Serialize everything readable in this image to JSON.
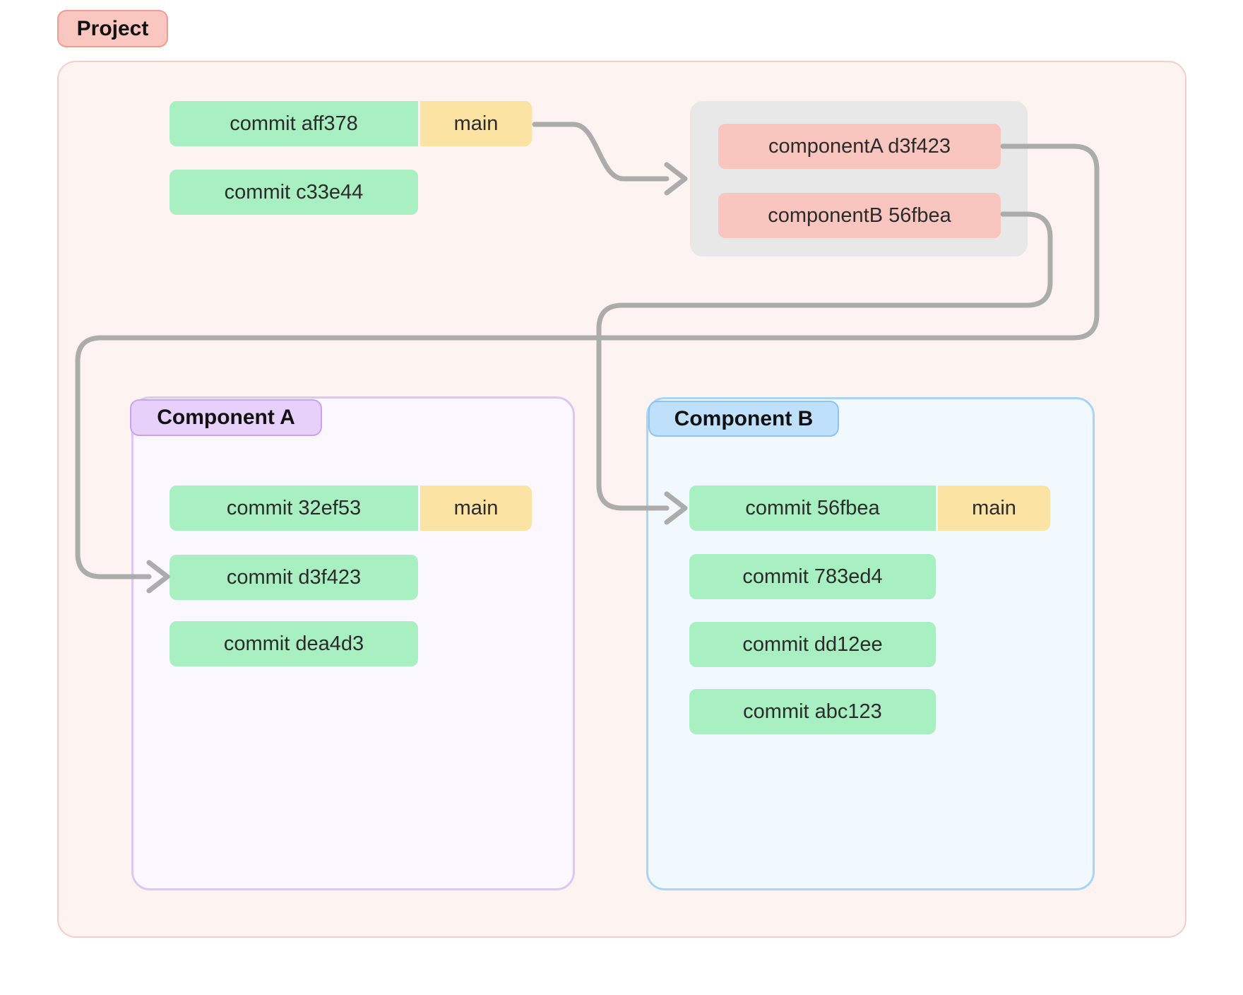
{
  "colors": {
    "pink-bg": "#fdf3f1",
    "pink-border": "#f5cec7",
    "pink-badge": "#f9c6c0",
    "pink-badge-border": "#ee9d93",
    "green": "#a8efc1",
    "yellow": "#fbe3a3",
    "ref-pink": "#f9c5bf",
    "gray-panel": "#e8e8e8",
    "purple-bg": "#faf7fe",
    "purple-border": "#dcc6f8",
    "purple-badge": "#e7d0f9",
    "purple-badge-border": "#c9a3ef",
    "blue-bg": "#f1f8fe",
    "blue-border": "#a6d5f6",
    "blue-badge": "#bfe0fb",
    "blue-badge-border": "#90c4f0",
    "arrow": "#acacac"
  },
  "project": {
    "label": "Project",
    "commits": [
      {
        "id": "commit aff378",
        "branch": "main"
      },
      {
        "id": "commit c33e44"
      }
    ],
    "registry": {
      "refs": [
        {
          "label": "componentA d3f423"
        },
        {
          "label": "componentB 56fbea"
        }
      ]
    }
  },
  "component_a": {
    "label": "Component A",
    "commits": [
      {
        "id": "commit 32ef53",
        "branch": "main"
      },
      {
        "id": "commit d3f423"
      },
      {
        "id": "commit dea4d3"
      }
    ]
  },
  "component_b": {
    "label": "Component B",
    "commits": [
      {
        "id": "commit 56fbea",
        "branch": "main"
      },
      {
        "id": "commit 783ed4"
      },
      {
        "id": "commit dd12ee"
      },
      {
        "id": "commit abc123"
      }
    ]
  },
  "edges": [
    {
      "from": "main (project)",
      "to": "component refs panel"
    },
    {
      "from": "componentA d3f423",
      "to": "commit d3f423 (Component A)"
    },
    {
      "from": "componentB 56fbea",
      "to": "commit 56fbea (Component B)"
    }
  ]
}
